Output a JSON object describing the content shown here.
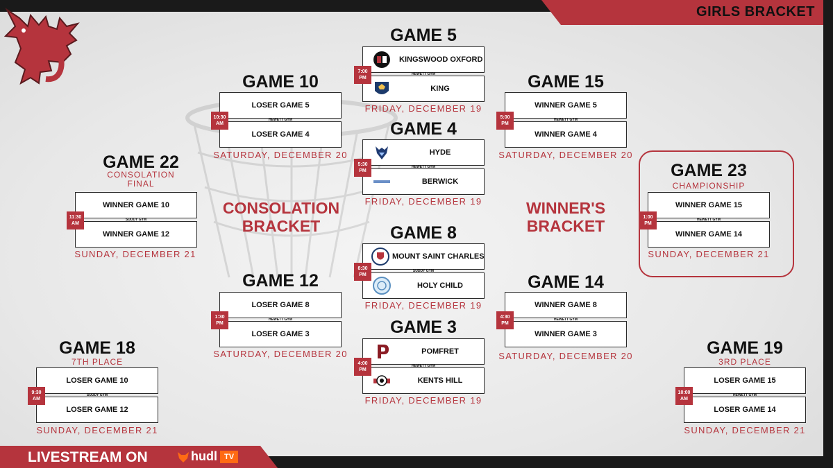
{
  "header": {
    "title": "GIRLS BRACKET"
  },
  "bracket_labels": {
    "consolation": "CONSOLATION\nBRACKET",
    "winners": "WINNER'S\nBRACKET"
  },
  "footer": {
    "livestream": "LIVESTREAM ON",
    "hudl": "hudl",
    "tv": "TV"
  },
  "colors": {
    "accent": "#b5343d",
    "dark": "#1a1a1a",
    "background": "#ececec",
    "hudl_orange": "#ff6a14"
  },
  "games": {
    "g5": {
      "title": "GAME 5",
      "top": "KINGSWOOD OXFORD",
      "top_icon": "kingswood-oxford-logo",
      "bottom": "KING",
      "bottom_icon": "king-school-logo",
      "venue": "HEWETT GYM",
      "time": "7:00\nPM",
      "date": "FRIDAY, DECEMBER 19"
    },
    "g4": {
      "title": "GAME 4",
      "top": "HYDE",
      "top_icon": "hyde-wolf-logo",
      "bottom": "BERWICK",
      "bottom_icon": "berwick-logo",
      "venue": "HEWETT GYM",
      "time": "5:30\nPM",
      "date": "FRIDAY, DECEMBER 19"
    },
    "g8": {
      "title": "GAME 8",
      "top": "MOUNT SAINT CHARLES",
      "top_icon": "mount-saint-charles-logo",
      "bottom": "HOLY CHILD",
      "bottom_icon": "holy-child-logo",
      "venue": "SUDDY GYM",
      "time": "8:30\nPM",
      "date": "FRIDAY, DECEMBER 19"
    },
    "g3": {
      "title": "GAME 3",
      "top": "POMFRET",
      "top_icon": "pomfret-p-logo",
      "bottom": "KENTS HILL",
      "bottom_icon": "kents-hill-logo",
      "venue": "HEWETT GYM",
      "time": "4:00\nPM",
      "date": "FRIDAY, DECEMBER 19"
    },
    "g10": {
      "title": "GAME 10",
      "top": "LOSER GAME 5",
      "bottom": "LOSER GAME 4",
      "venue": "HEWETT GYM",
      "time": "10:30\nAM",
      "date": "SATURDAY, DECEMBER 20"
    },
    "g12": {
      "title": "GAME 12",
      "top": "LOSER GAME 8",
      "bottom": "LOSER GAME 3",
      "venue": "HEWETT GYM",
      "time": "1:30\nPM",
      "date": "SATURDAY, DECEMBER 20"
    },
    "g15": {
      "title": "GAME 15",
      "top": "WINNER GAME 5",
      "bottom": "WINNER GAME 4",
      "venue": "HEWETT GYM",
      "time": "5:00\nPM",
      "date": "SATURDAY, DECEMBER 20"
    },
    "g14": {
      "title": "GAME 14",
      "top": "WINNER GAME 8",
      "bottom": "WINNER GAME 3",
      "venue": "HEWETT GYM",
      "time": "4:30\nPM",
      "date": "SATURDAY, DECEMBER 20"
    },
    "g22": {
      "title": "GAME 22",
      "subtitle": "CONSOLATION\nFINAL",
      "top": "WINNER GAME 10",
      "bottom": "WINNER GAME 12",
      "venue": "SUDDY GYM",
      "time": "11:30\nAM",
      "date": "SUNDAY, DECEMBER 21"
    },
    "g23": {
      "title": "GAME 23",
      "subtitle": "CHAMPIONSHIP",
      "top": "WINNER GAME 15",
      "bottom": "WINNER GAME 14",
      "venue": "HEWETT GYM",
      "time": "1:00\nPM",
      "date": "SUNDAY, DECEMBER 21"
    },
    "g18": {
      "title": "GAME 18",
      "subtitle": "7TH PLACE",
      "top": "LOSER GAME 10",
      "bottom": "LOSER GAME 12",
      "venue": "SUDDY GYM",
      "time": "9:30\nAM",
      "date": "SUNDAY, DECEMBER 21"
    },
    "g19": {
      "title": "GAME 19",
      "subtitle": "3RD PLACE",
      "top": "LOSER GAME 15",
      "bottom": "LOSER GAME 14",
      "venue": "HEWETT GYM",
      "time": "10:00\nAM",
      "date": "SUNDAY, DECEMBER 21"
    }
  }
}
